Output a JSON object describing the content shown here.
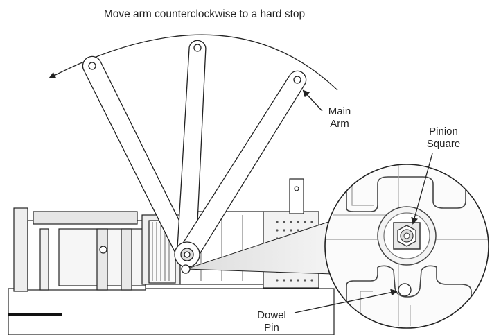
{
  "instruction": "Move arm counterclockwise to a hard stop",
  "labels": {
    "main_arm": [
      "Main",
      "Arm"
    ],
    "pinion_square": [
      "Pinion",
      "Square"
    ],
    "dowel_pin": [
      "Dowel",
      "Pin"
    ]
  },
  "colors": {
    "line": "#222222",
    "shadow": "#bbbbbb",
    "background": "#ffffff"
  }
}
